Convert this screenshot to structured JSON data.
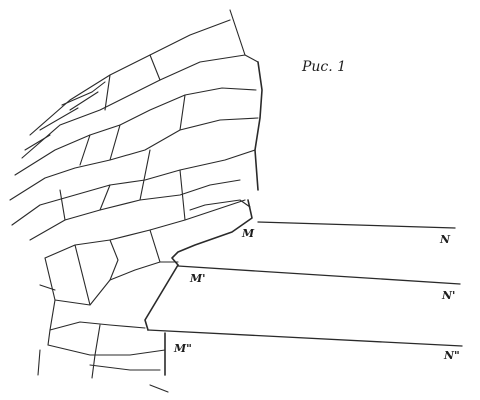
{
  "figure": {
    "title": "Рис. 1",
    "points": {
      "m1": "M",
      "n1": "N",
      "m2": "M'",
      "n2": "N'",
      "m3": "M\"",
      "n3": "N\""
    }
  }
}
